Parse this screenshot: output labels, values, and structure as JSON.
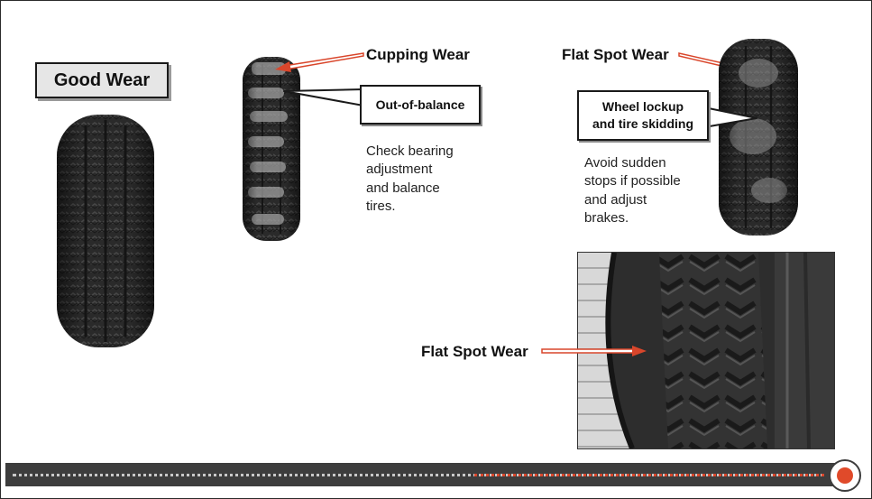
{
  "good_wear": {
    "label": "Good Wear"
  },
  "cupping": {
    "heading": "Cupping Wear",
    "cause": "Out-of-balance",
    "remedy": "Check bearing\nadjustment\nand balance\ntires."
  },
  "flat_spot": {
    "heading": "Flat Spot Wear",
    "cause": "Wheel lockup\nand tire skidding",
    "remedy": "Avoid sudden\nstops if possible\nand adjust\nbrakes.",
    "photo_label": "Flat Spot Wear"
  },
  "colors": {
    "arrow_red": "#d9462b",
    "footer_bar": "#3d3d3d",
    "accent_red": "#e04a2a"
  },
  "icons": {
    "footer": "record-circle-icon"
  }
}
